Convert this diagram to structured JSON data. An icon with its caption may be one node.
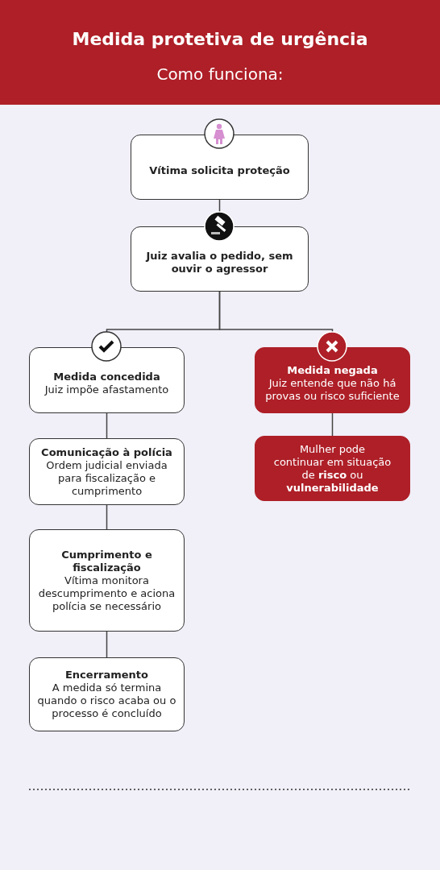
{
  "diagram": {
    "title": "Medida protetiva de urgência",
    "caption": "Como funciona:",
    "nodes": [
      {
        "text": [
          "Vítima solicita proteção"
        ]
      },
      {
        "text": [
          "Juiz avalia o pedido, sem ouvir o agressor"
        ]
      },
      {
        "text": [
          "Medida concedida",
          "Juiz impõe afastamento"
        ]
      },
      {
        "text": [
          "Medida negada",
          "Juiz entende que não há provas ou risco suficiente"
        ]
      },
      {
        "text": [
          "Comunicação à polícia",
          "Ordem judicial enviada para fiscalização e cumprimento"
        ]
      },
      {
        "text": [
          "Cumprimento e fiscalização",
          "Vítima monitora descumprimento e aciona polícia se necessário"
        ]
      },
      {
        "text": [
          "Encerramento",
          "A medida só termina quando o risco acaba ou o processo é concluído"
        ]
      },
      {
        "text": [
          "Mulher pode continuar em situação de **risco** ou **vulnerabilidade**"
        ]
      }
    ],
    "edges": [
      {
        "from": 0,
        "to": 1,
        "arrow": "none"
      },
      {
        "from": 1,
        "to": 2,
        "arrow": "none"
      },
      {
        "from": 1,
        "to": 3,
        "arrow": "none"
      },
      {
        "from": 2,
        "to": 4,
        "arrow": "none"
      },
      {
        "from": 4,
        "to": 5,
        "arrow": "none"
      },
      {
        "from": 5,
        "to": 6,
        "arrow": "none"
      },
      {
        "from": 3,
        "to": 7,
        "arrow": "none"
      }
    ]
  }
}
